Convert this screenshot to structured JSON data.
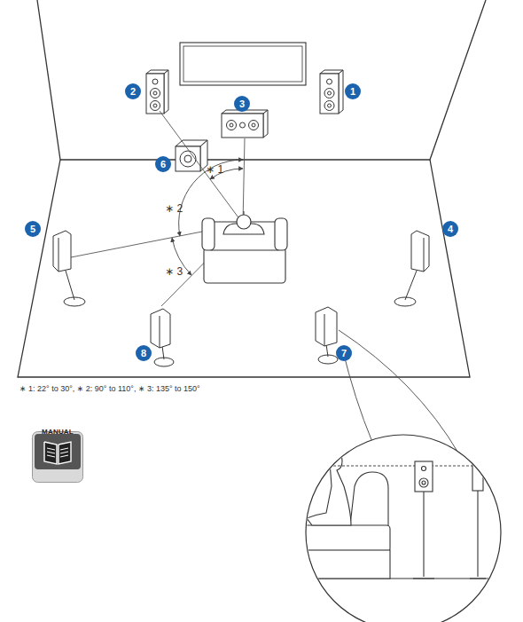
{
  "diagram": {
    "nodes": [
      {
        "text": [
          "2"
        ]
      },
      {
        "text": [
          "1"
        ]
      },
      {
        "text": [
          "3"
        ]
      },
      {
        "text": [
          "6"
        ]
      },
      {
        "text": [
          "5"
        ]
      },
      {
        "text": [
          "4"
        ]
      },
      {
        "text": [
          "8"
        ]
      },
      {
        "text": [
          "7"
        ]
      },
      {
        "text": [
          "MANUAL"
        ]
      }
    ],
    "labels": [
      "∗ 1",
      "∗ 2",
      "∗ 3",
      "∗ 1: 22° to 30°, ∗ 2: 90° to 110°, ∗ 3: 135° to 150°"
    ]
  }
}
